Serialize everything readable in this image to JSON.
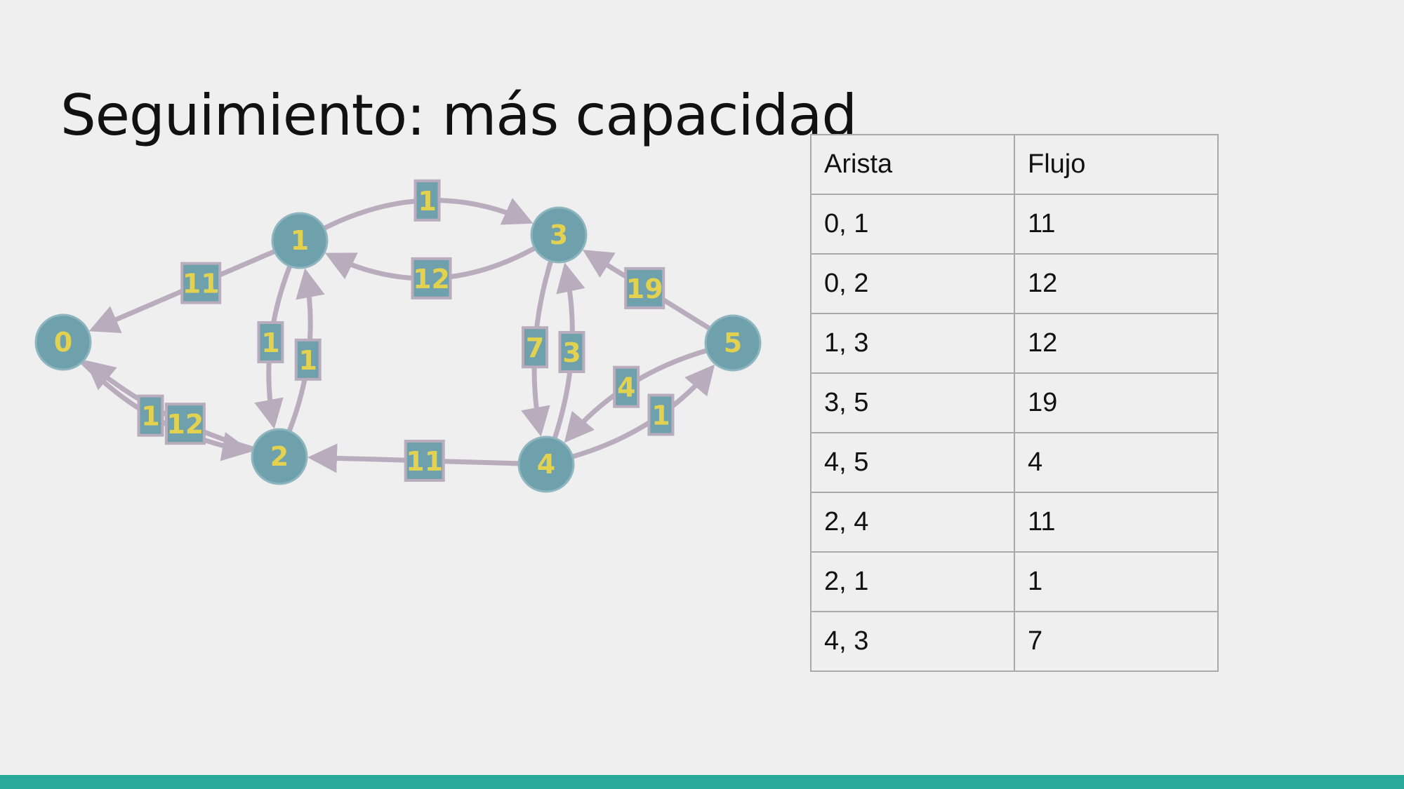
{
  "slide": {
    "title": "Seguimiento: más capacidad"
  },
  "colors": {
    "background": "#efefef",
    "node_fill": "#6fa1ad",
    "node_label": "#e3d250",
    "edge": "#b8acbd",
    "edge_label_box": "#6fa1ad",
    "accent_bar": "#28a99a"
  },
  "graph": {
    "nodes": [
      "0",
      "1",
      "2",
      "3",
      "4",
      "5"
    ],
    "edges": [
      {
        "from": "1",
        "to": "0",
        "label": "11"
      },
      {
        "from": "2",
        "to": "0",
        "label": "12"
      },
      {
        "from": "0",
        "to": "2",
        "label": "1"
      },
      {
        "from": "3",
        "to": "1",
        "label": "12"
      },
      {
        "from": "1",
        "to": "3",
        "label": "1"
      },
      {
        "from": "1",
        "to": "2",
        "label": "1"
      },
      {
        "from": "2",
        "to": "1",
        "label": "1"
      },
      {
        "from": "4",
        "to": "2",
        "label": "11"
      },
      {
        "from": "3",
        "to": "4",
        "label": "7"
      },
      {
        "from": "4",
        "to": "3",
        "label": "3"
      },
      {
        "from": "5",
        "to": "3",
        "label": "19"
      },
      {
        "from": "5",
        "to": "4",
        "label": "4"
      },
      {
        "from": "4",
        "to": "5",
        "label": "1"
      }
    ]
  },
  "table": {
    "header": {
      "edge": "Arista",
      "flow": "Flujo"
    },
    "rows": [
      {
        "edge": "0, 1",
        "flow": "11"
      },
      {
        "edge": "0, 2",
        "flow": "12"
      },
      {
        "edge": "1, 3",
        "flow": "12"
      },
      {
        "edge": "3, 5",
        "flow": "19"
      },
      {
        "edge": "4, 5",
        "flow": "4"
      },
      {
        "edge": "2, 4",
        "flow": "11"
      },
      {
        "edge": "2, 1",
        "flow": "1"
      },
      {
        "edge": "4, 3",
        "flow": "7"
      }
    ]
  }
}
